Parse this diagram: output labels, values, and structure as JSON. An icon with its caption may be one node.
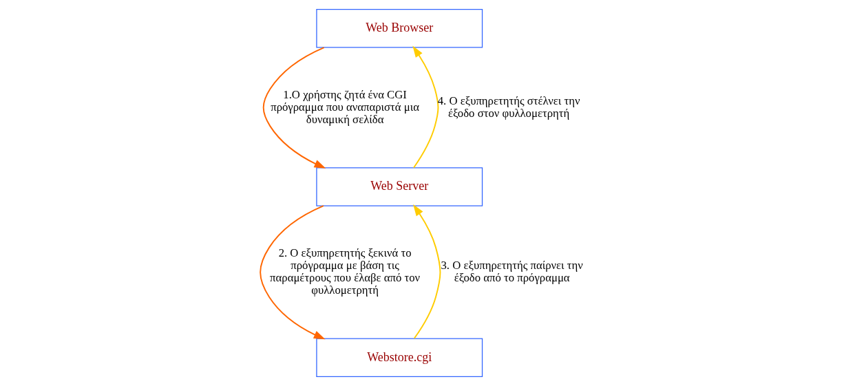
{
  "diagram": {
    "nodes": [
      {
        "text": [
          "Web Browser"
        ]
      },
      {
        "text": [
          "Web Server"
        ]
      },
      {
        "text": [
          "Webstore.cgi"
        ]
      }
    ],
    "edges": [
      {
        "from": 0,
        "to": 1,
        "arrow": "to",
        "color": "#ff6600",
        "label": "1.Ο χρήστης ζητά ένα CGI πρόγραμμα που αναπαριστά μια δυναμική σελίδα"
      },
      {
        "from": 1,
        "to": 0,
        "arrow": "to",
        "color": "#ffcc00",
        "label": "4. Ο εξυπηρετητής στέλνει την έξοδο στον φυλλομετρητή"
      },
      {
        "from": 1,
        "to": 2,
        "arrow": "to",
        "color": "#ff6600",
        "label": "2. Ο εξυπηρετητής ξεκινά το πρόγραμμα με βάση τις παραμέτρους που έλαβε από τον φυλλομετρητή"
      },
      {
        "from": 2,
        "to": 1,
        "arrow": "to",
        "color": "#ffcc00",
        "label": "3. Ο εξυπηρετητής παίρνει την έξοδο από το πρόγραμμα"
      }
    ]
  }
}
